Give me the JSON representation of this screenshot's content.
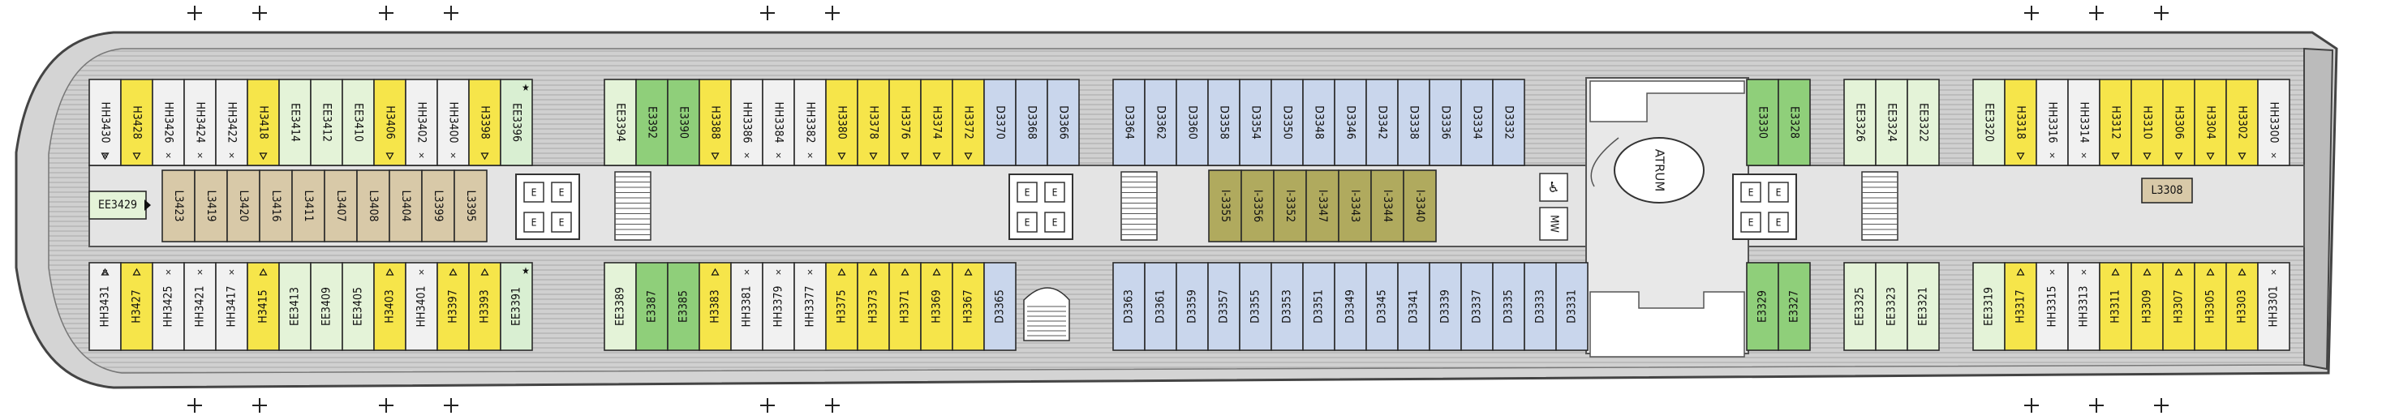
{
  "colors": {
    "hull": "#d2d2d2",
    "hull_outline": "#444444",
    "corridor": "#e2e2e2",
    "cabin_outline": "#2a2a2a",
    "H": "#f6e54a",
    "HH": "#f1f1f1",
    "EE": "#e4f3d8",
    "E": "#8fcf7a",
    "D": "#c9d6ec",
    "L": "#d8c9a8",
    "I": "#b0aa5e",
    "suite": "#d9efd2"
  },
  "atrium_label": "ATRUM",
  "mw_label": "MW",
  "stair_label": "E",
  "top_row": [
    {
      "g": 0,
      "cabins": [
        [
          "HH3430",
          "HH",
          [
            "x",
            "t"
          ]
        ],
        [
          "H3428",
          "H",
          [
            "t"
          ]
        ],
        [
          "HH3426",
          "HH",
          [
            "x"
          ]
        ],
        [
          "HH3424",
          "HH",
          [
            "x"
          ]
        ],
        [
          "HH3422",
          "HH",
          [
            "x"
          ]
        ],
        [
          "H3418",
          "H",
          [
            "t"
          ]
        ],
        [
          "EE3414",
          "EE",
          []
        ],
        [
          "EE3412",
          "EE",
          []
        ],
        [
          "EE3410",
          "EE",
          []
        ],
        [
          "H3406",
          "H",
          [
            "t"
          ]
        ],
        [
          "HH3402",
          "HH",
          [
            "x"
          ]
        ],
        [
          "HH3400",
          "HH",
          [
            "x"
          ]
        ],
        [
          "H3398",
          "H",
          [
            "t"
          ]
        ],
        [
          "EE3396",
          "suite",
          [
            "s"
          ]
        ]
      ]
    },
    {
      "g": 1,
      "cabins": [
        [
          "EE3394",
          "EE",
          []
        ],
        [
          "E3392",
          "E",
          []
        ],
        [
          "E3390",
          "E",
          []
        ],
        [
          "H3388",
          "H",
          [
            "t"
          ]
        ],
        [
          "HH3386",
          "HH",
          [
            "x"
          ]
        ],
        [
          "HH3384",
          "HH",
          [
            "x"
          ]
        ],
        [
          "HH3382",
          "HH",
          [
            "x"
          ]
        ],
        [
          "H3380",
          "H",
          [
            "t"
          ]
        ],
        [
          "H3378",
          "H",
          [
            "t"
          ]
        ],
        [
          "H3376",
          "H",
          [
            "t"
          ]
        ],
        [
          "H3374",
          "H",
          [
            "t"
          ]
        ],
        [
          "H3372",
          "H",
          [
            "t"
          ]
        ],
        [
          "D3370",
          "D",
          []
        ],
        [
          "D3368",
          "D",
          []
        ],
        [
          "D3366",
          "D",
          []
        ]
      ]
    },
    {
      "g": 2,
      "cabins": [
        [
          "D3364",
          "D",
          []
        ],
        [
          "D3362",
          "D",
          []
        ],
        [
          "D3360",
          "D",
          []
        ],
        [
          "D3358",
          "D",
          []
        ],
        [
          "D3354",
          "D",
          []
        ],
        [
          "D3350",
          "D",
          []
        ],
        [
          "D3348",
          "D",
          []
        ],
        [
          "D3346",
          "D",
          []
        ],
        [
          "D3342",
          "D",
          []
        ],
        [
          "D3338",
          "D",
          []
        ],
        [
          "D3336",
          "D",
          []
        ],
        [
          "D3334",
          "D",
          []
        ],
        [
          "D3332",
          "D",
          []
        ]
      ]
    },
    {
      "g": 3,
      "cabins": [
        [
          "E3330",
          "E",
          []
        ],
        [
          "E3328",
          "E",
          []
        ]
      ]
    },
    {
      "g": 4,
      "cabins": [
        [
          "EE3326",
          "EE",
          []
        ],
        [
          "EE3324",
          "EE",
          []
        ],
        [
          "EE3322",
          "EE",
          []
        ]
      ]
    },
    {
      "g": 5,
      "cabins": [
        [
          "EE3320",
          "EE",
          []
        ],
        [
          "H3318",
          "H",
          [
            "t"
          ]
        ],
        [
          "HH3316",
          "HH",
          [
            "x"
          ]
        ],
        [
          "HH3314",
          "HH",
          [
            "x"
          ]
        ],
        [
          "H3312",
          "H",
          [
            "t"
          ]
        ],
        [
          "H3310",
          "H",
          [
            "t"
          ]
        ],
        [
          "H3306",
          "H",
          [
            "t"
          ]
        ],
        [
          "H3304",
          "H",
          [
            "t"
          ]
        ],
        [
          "H3302",
          "H",
          [
            "t"
          ]
        ],
        [
          "HH3300",
          "HH",
          [
            "x"
          ]
        ]
      ]
    }
  ],
  "bottom_row": [
    {
      "g": 0,
      "cabins": [
        [
          "HH3431",
          "HH",
          [
            "x",
            "t"
          ]
        ],
        [
          "H3427",
          "H",
          [
            "t"
          ]
        ],
        [
          "HH3425",
          "HH",
          [
            "x"
          ]
        ],
        [
          "HH3421",
          "HH",
          [
            "x"
          ]
        ],
        [
          "HH3417",
          "HH",
          [
            "x"
          ]
        ],
        [
          "H3415",
          "H",
          [
            "t"
          ]
        ],
        [
          "EE3413",
          "EE",
          []
        ],
        [
          "EE3409",
          "EE",
          []
        ],
        [
          "EE3405",
          "EE",
          []
        ],
        [
          "H3403",
          "H",
          [
            "t"
          ]
        ],
        [
          "HH3401",
          "HH",
          [
            "x"
          ]
        ],
        [
          "H3397",
          "H",
          [
            "t"
          ]
        ],
        [
          "H3393",
          "H",
          [
            "t"
          ]
        ],
        [
          "EE3391",
          "suite",
          [
            "s"
          ]
        ]
      ]
    },
    {
      "g": 1,
      "cabins": [
        [
          "EE3389",
          "EE",
          []
        ],
        [
          "E3387",
          "E",
          []
        ],
        [
          "E3385",
          "E",
          []
        ],
        [
          "H3383",
          "H",
          [
            "t"
          ]
        ],
        [
          "HH3381",
          "HH",
          [
            "x"
          ]
        ],
        [
          "HH3379",
          "HH",
          [
            "x"
          ]
        ],
        [
          "HH3377",
          "HH",
          [
            "x"
          ]
        ],
        [
          "H3375",
          "H",
          [
            "t"
          ]
        ],
        [
          "H3373",
          "H",
          [
            "t"
          ]
        ],
        [
          "H3371",
          "H",
          [
            "t"
          ]
        ],
        [
          "H3369",
          "H",
          [
            "t"
          ]
        ],
        [
          "H3367",
          "H",
          [
            "t"
          ]
        ],
        [
          "D3365",
          "D",
          []
        ]
      ]
    },
    {
      "g": 2,
      "cabins": [
        [
          "D3363",
          "D",
          []
        ],
        [
          "D3361",
          "D",
          []
        ],
        [
          "D3359",
          "D",
          []
        ],
        [
          "D3357",
          "D",
          []
        ],
        [
          "D3355",
          "D",
          []
        ],
        [
          "D3353",
          "D",
          []
        ],
        [
          "D3351",
          "D",
          []
        ],
        [
          "D3349",
          "D",
          []
        ],
        [
          "D3345",
          "D",
          []
        ],
        [
          "D3341",
          "D",
          []
        ],
        [
          "D3339",
          "D",
          []
        ],
        [
          "D3337",
          "D",
          []
        ],
        [
          "D3335",
          "D",
          []
        ],
        [
          "D3333",
          "D",
          []
        ],
        [
          "D3331",
          "D",
          []
        ]
      ]
    },
    {
      "g": 3,
      "cabins": [
        [
          "E3329",
          "E",
          []
        ],
        [
          "E3327",
          "E",
          []
        ]
      ]
    },
    {
      "g": 4,
      "cabins": [
        [
          "EE3325",
          "EE",
          []
        ],
        [
          "EE3323",
          "EE",
          []
        ],
        [
          "EE3321",
          "EE",
          []
        ]
      ]
    },
    {
      "g": 5,
      "cabins": [
        [
          "EE3319",
          "EE",
          []
        ],
        [
          "H3317",
          "H",
          [
            "t"
          ]
        ],
        [
          "HH3315",
          "HH",
          [
            "x"
          ]
        ],
        [
          "HH3313",
          "HH",
          [
            "x"
          ]
        ],
        [
          "H3311",
          "H",
          [
            "t"
          ]
        ],
        [
          "H3309",
          "H",
          [
            "t"
          ]
        ],
        [
          "H3307",
          "H",
          [
            "t"
          ]
        ],
        [
          "H3305",
          "H",
          [
            "t"
          ]
        ],
        [
          "H3303",
          "H",
          [
            "t"
          ]
        ],
        [
          "HH3301",
          "HH",
          [
            "x"
          ]
        ]
      ]
    }
  ],
  "inner_left": [
    [
      "L3423",
      "L"
    ],
    [
      "L3419",
      "L"
    ],
    [
      "L3420",
      "L"
    ],
    [
      "L3416",
      "L"
    ],
    [
      "L3411",
      "L"
    ],
    [
      "L3407",
      "L"
    ],
    [
      "L3408",
      "L"
    ],
    [
      "L3404",
      "L"
    ],
    [
      "L3399",
      "L"
    ],
    [
      "L3395",
      "L"
    ]
  ],
  "inner_mid": [
    [
      "I-3355",
      "I"
    ],
    [
      "I-3356",
      "I"
    ],
    [
      "I-3352",
      "I"
    ],
    [
      "I-3347",
      "I"
    ],
    [
      "I-3343",
      "I"
    ],
    [
      "I-3344",
      "I"
    ],
    [
      "I-3340",
      "I"
    ]
  ],
  "side_cabin": [
    "EE3429",
    "EE"
  ],
  "l3308": [
    "L3308",
    "L"
  ]
}
